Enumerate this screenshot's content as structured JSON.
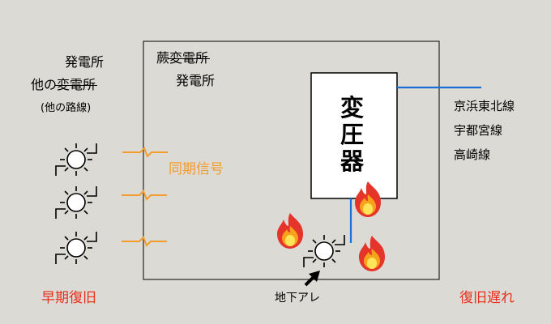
{
  "left_station": {
    "line1": "発電所",
    "line2_prefix": "他の",
    "line2_struck": "変電所",
    "line3": "(他の路線)"
  },
  "center_station": {
    "line1_prefix": "蕨",
    "line1_struck": "変電所",
    "line2": "発電所"
  },
  "transformer_label": [
    "変",
    "圧",
    "器"
  ],
  "sync_signal_label": "同期信号",
  "lines": [
    "京浜東北線",
    "宇都宮線",
    "高崎線"
  ],
  "underground_label": "地下アレ",
  "early_recovery_label": "早期復旧",
  "delayed_recovery_label": "復旧遅れ",
  "colors": {
    "background": "#dcdad5",
    "signal": "#f39c2e",
    "feeder_line": "#1a6fd6",
    "status_red": "#e8301c",
    "fire_outer": "#e5342a",
    "fire_inner": "#f7a21b",
    "fire_core": "#ffe45a"
  }
}
